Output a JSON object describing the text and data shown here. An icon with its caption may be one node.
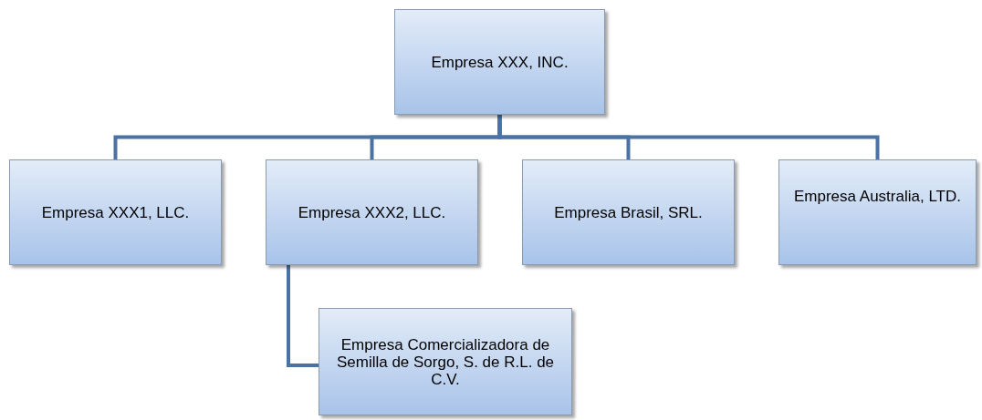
{
  "diagram": {
    "nodes": [
      {
        "text": [
          "Empresa XXX, INC."
        ]
      },
      {
        "text": [
          "Empresa XXX1, LLC."
        ]
      },
      {
        "text": [
          "Empresa XXX2, LLC."
        ]
      },
      {
        "text": [
          "Empresa Brasil, SRL."
        ]
      },
      {
        "text": [
          "Empresa Australia, LTD."
        ]
      },
      {
        "text": [
          "Empresa Comercializadora de Semilla de Sorgo, S. de R.L. de C.V."
        ]
      }
    ],
    "edges": [
      {
        "from": 0,
        "to": 1,
        "arrow": "none"
      },
      {
        "from": 0,
        "to": 2,
        "arrow": "none"
      },
      {
        "from": 0,
        "to": 3,
        "arrow": "none"
      },
      {
        "from": 0,
        "to": 4,
        "arrow": "none"
      },
      {
        "from": 2,
        "to": 5,
        "arrow": "none"
      }
    ]
  }
}
